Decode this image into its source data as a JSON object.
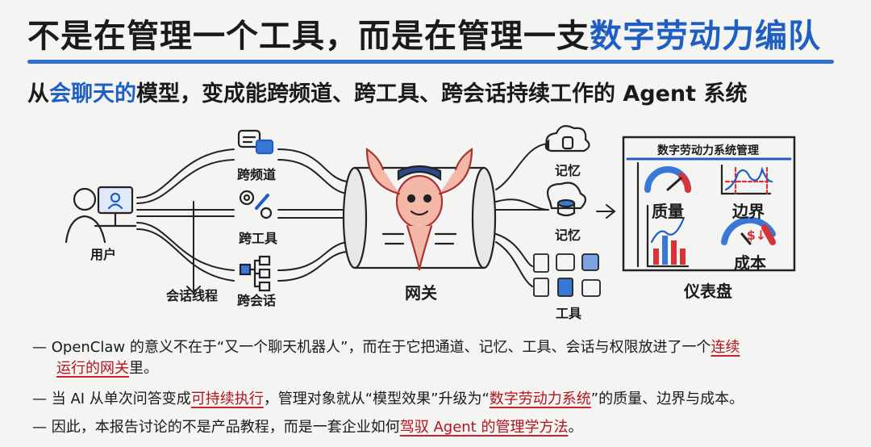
{
  "title": {
    "part1": "不是在管理一个工具，而是在管理一支",
    "highlight": "数字劳动力编队"
  },
  "subtitle": {
    "part1": "从",
    "highlight": "会聊天的",
    "part2": "模型，变成能跨频道、跨工具、跨会话持续工作的 Agent 系统"
  },
  "diagram": {
    "user": "用户",
    "channels": "跨频道",
    "tools_cross": "跨工具",
    "sessions_cross": "跨会话",
    "threads": "会话线程",
    "gateway": "网关",
    "memory1": "记忆",
    "memory2": "记忆",
    "tools": "工具",
    "dashboard": {
      "header": "数字劳动力系统管理",
      "quality": "质量",
      "boundary": "边界",
      "cost": "成本",
      "cost_symbol": "$↓",
      "caption": "仪表盘"
    }
  },
  "bullets": [
    {
      "dash": "—",
      "pre": "OpenClaw 的意义不在于“又一个聊天机器人”，而在于它把通道、记忆、工具、会话与权限放进了一个",
      "hl": "连续",
      "line2_hl": "运行的网关",
      "post": "里。"
    },
    {
      "dash": "—",
      "pre": "当 AI 从单次问答变成",
      "hl": "可持续执行",
      "mid": "，管理对象就从“模型效果”升级为“",
      "hl2": "数字劳动力系统",
      "post": "”的质量、边界与成本。"
    },
    {
      "dash": "—",
      "pre": "因此，本报告讨论的不是产品教程，而是一套企业如何",
      "hl": "驾驭 Agent 的管理学方法",
      "post": "。"
    }
  ],
  "colors": {
    "accent": "#1f5fc4",
    "highlight_red": "#b3141c"
  }
}
